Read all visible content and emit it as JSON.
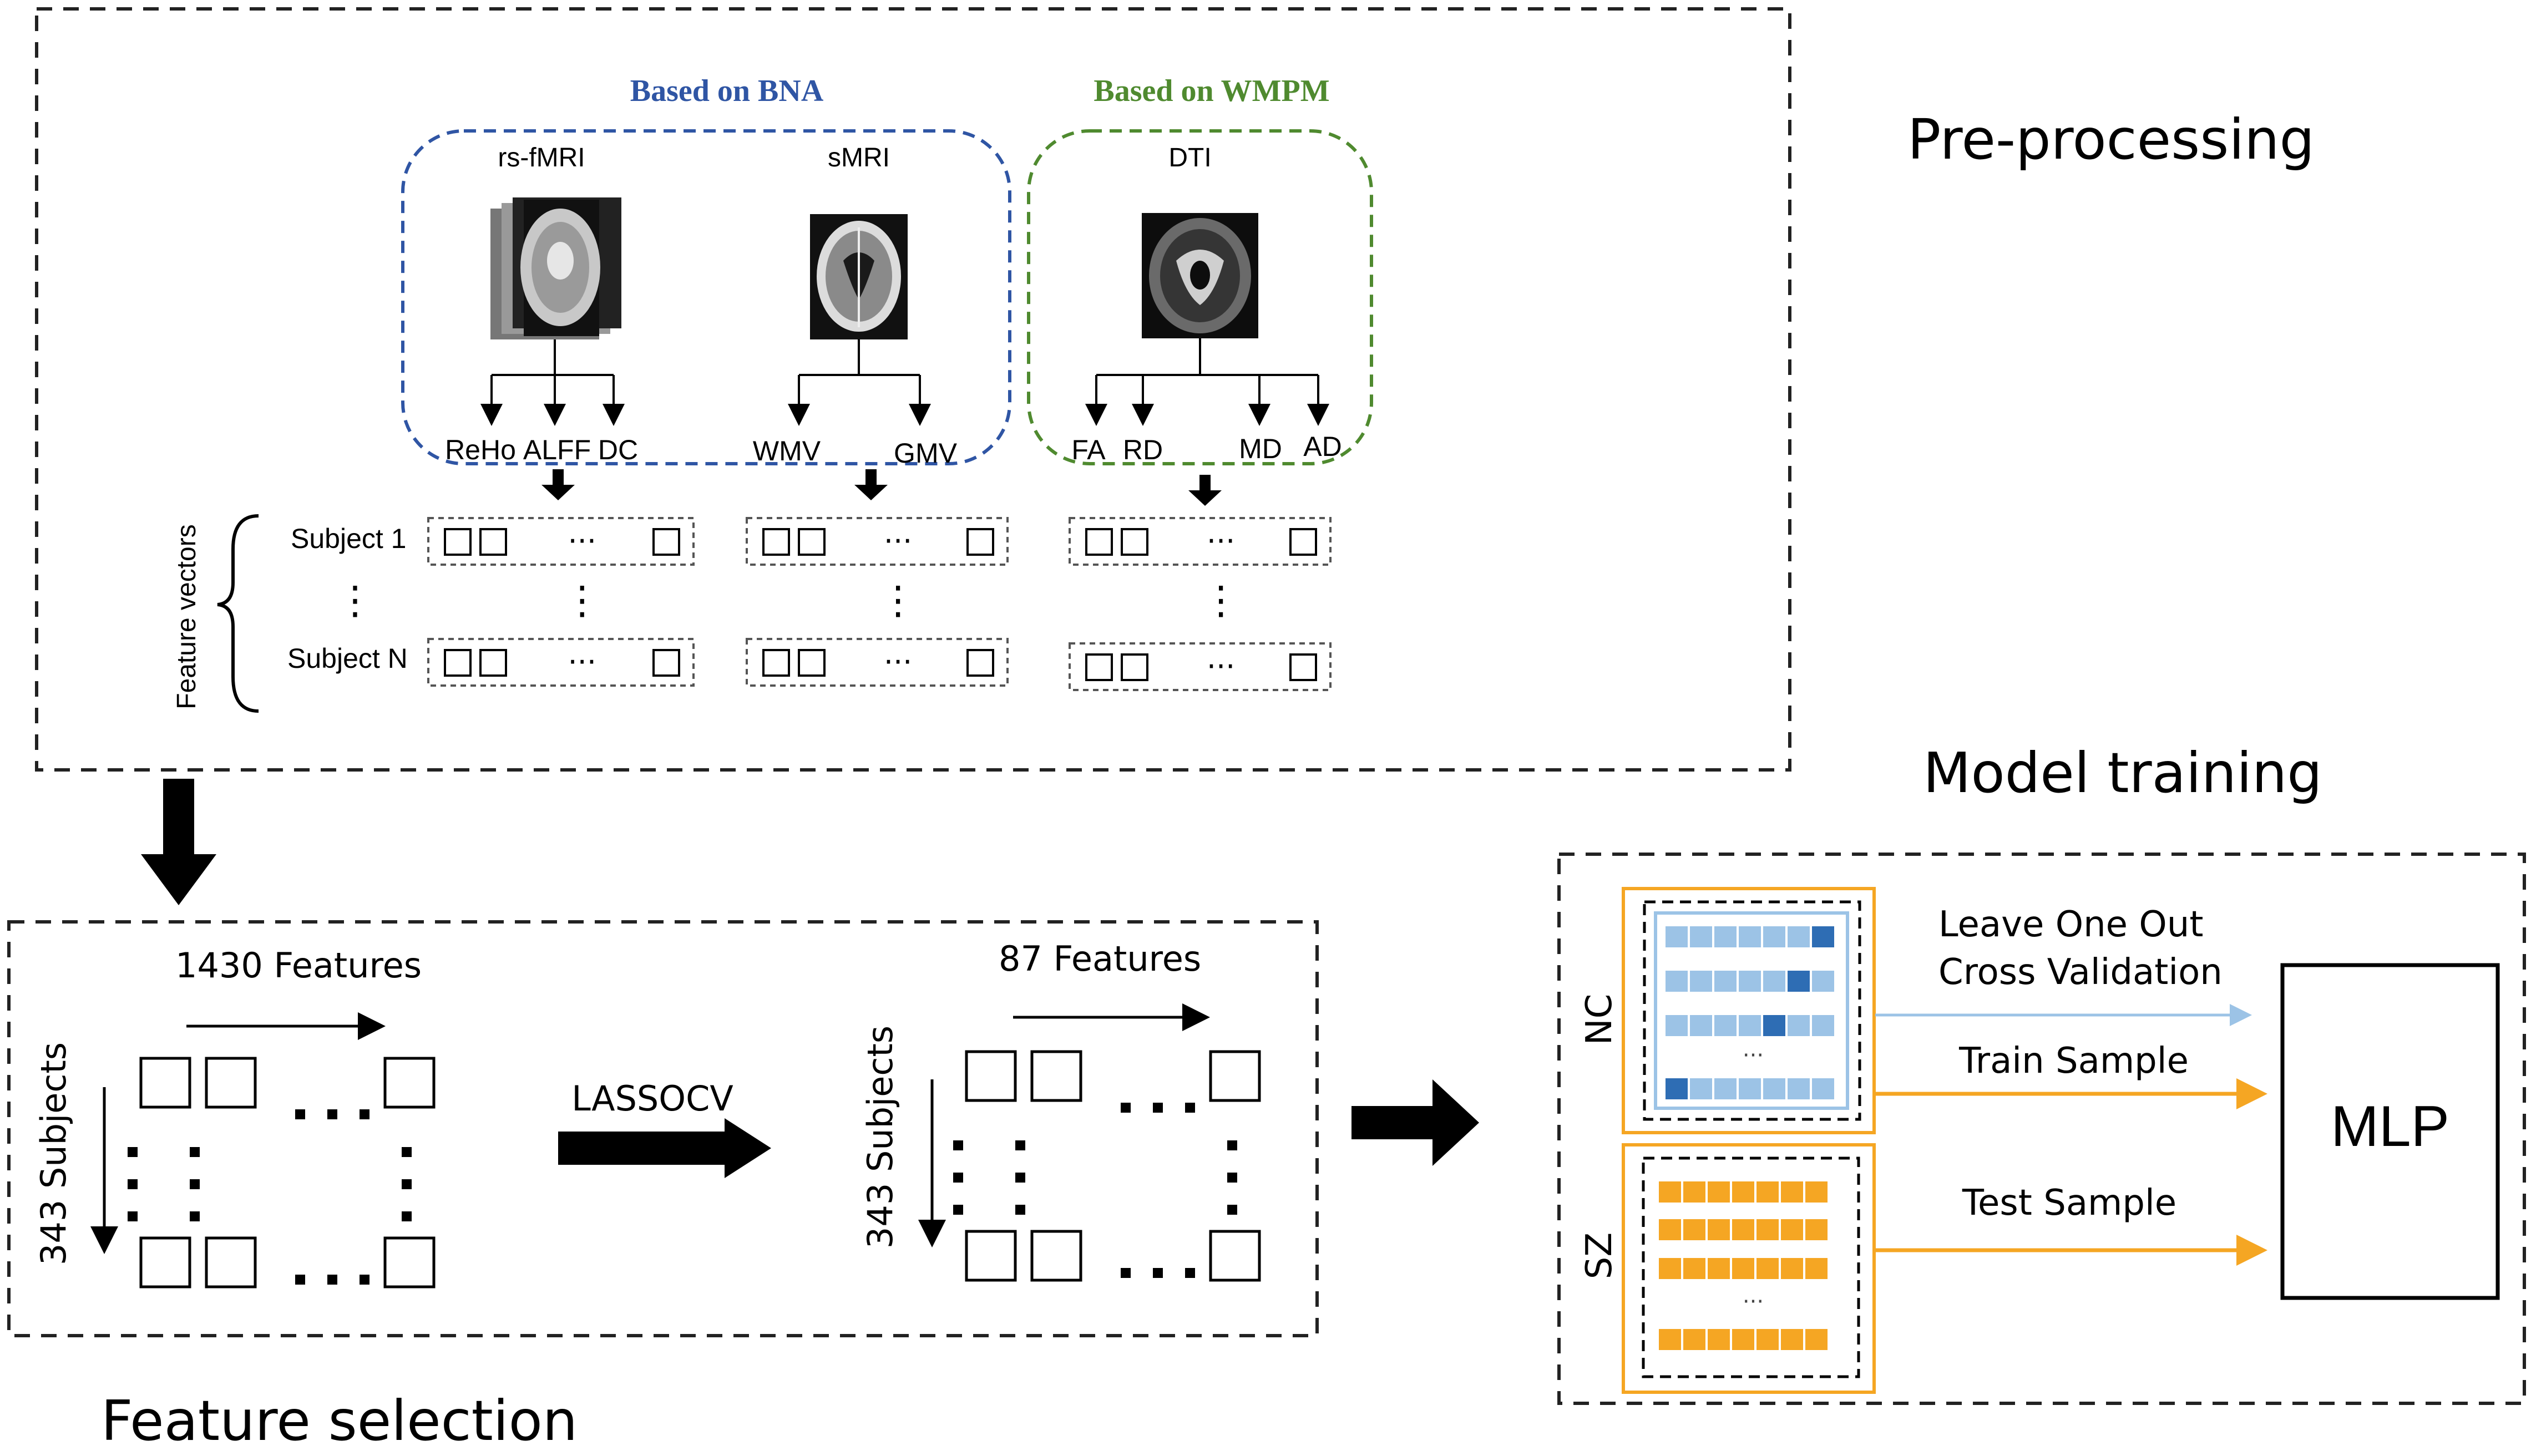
{
  "titles": {
    "preprocessing": "Pre-processing",
    "model_training": "Model training",
    "feature_selection": "Feature selection"
  },
  "atlas": {
    "bna_label": "Based on BNA",
    "wmpm_label": "Based on WMPM",
    "bna_color": "#2f55a4",
    "wmpm_color": "#4f8a2f"
  },
  "modalities": [
    {
      "name": "rs-fMRI",
      "features": [
        "ReHo",
        "ALFF",
        "DC"
      ]
    },
    {
      "name": "sMRI",
      "features": [
        "WMV",
        "GMV"
      ]
    },
    {
      "name": "DTI",
      "features": [
        "FA",
        "RD",
        "MD",
        "AD"
      ]
    }
  ],
  "feature_vectors": {
    "label": "Feature vectors",
    "subject_first": "Subject  1",
    "subject_last": "Subject  N",
    "ellipsis_h": "···",
    "ellipsis_v": "⋮"
  },
  "feature_selection": {
    "before_features": "1430 Features",
    "before_subjects": "343 Subjects",
    "method": "LASSOCV",
    "after_features": "87 Features",
    "after_subjects": "343 Subjects"
  },
  "model_training": {
    "nc_label": "NC",
    "sz_label": "SZ",
    "loocv_line1": "Leave One Out",
    "loocv_line2": "Cross Validation",
    "train_sample": "Train Sample",
    "test_sample": "Test Sample",
    "model": "MLP",
    "ellipsis": "···",
    "orange_color": "#f5a623",
    "light_blue": "#9cc3e6",
    "dark_blue": "#2e6db4"
  }
}
